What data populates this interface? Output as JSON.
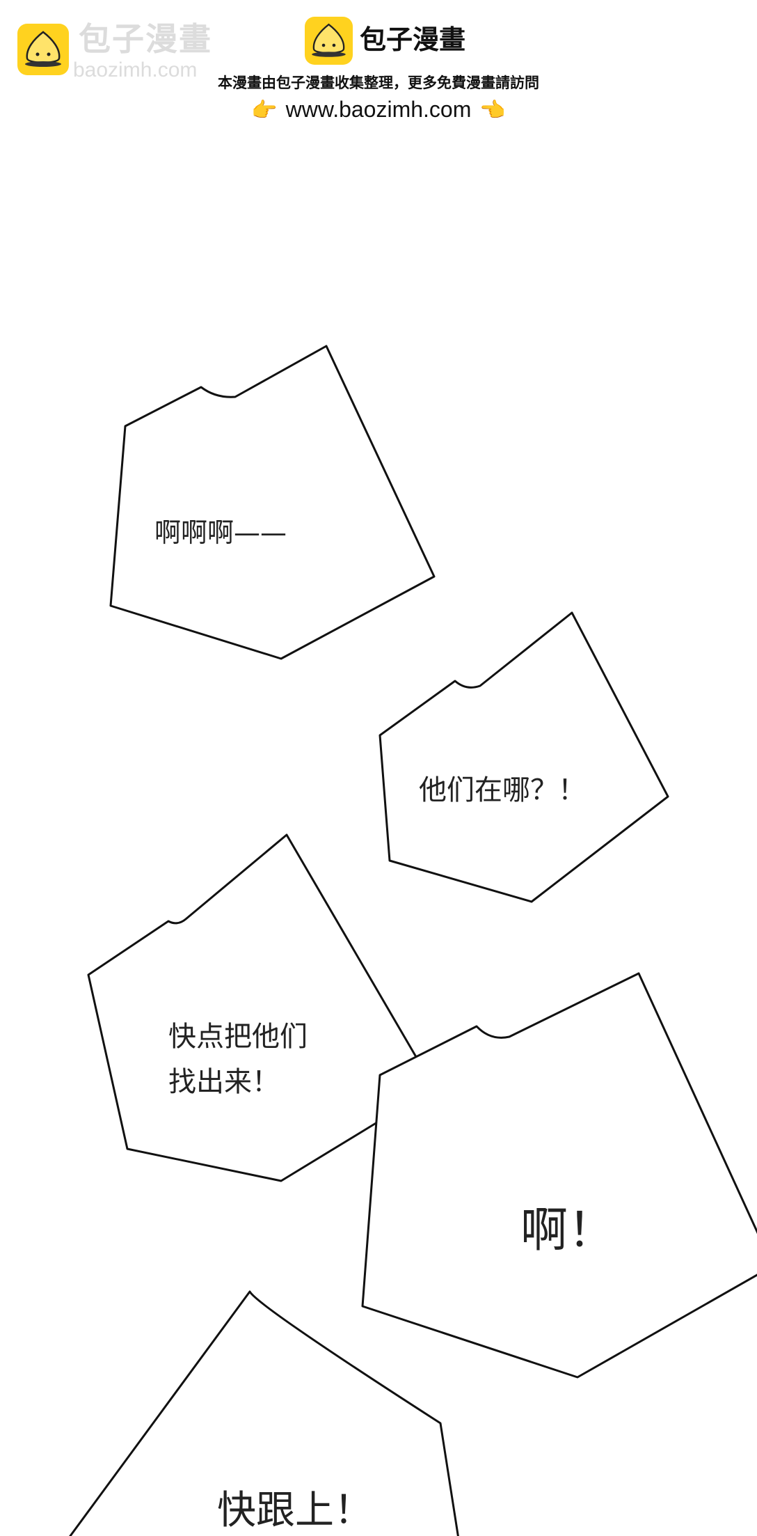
{
  "watermark": {
    "title": "包子漫畫",
    "url": "baozimh.com"
  },
  "header": {
    "brand": "包子漫畫",
    "notice": "本漫畫由包子漫畫收集整理，更多免費漫畫請訪問",
    "url": "www.baozimh.com",
    "hand_icon_left": "👉",
    "hand_icon_right": "👈",
    "brand_color": "#ffd21f"
  },
  "bubbles": [
    {
      "lines": [
        "啊啊啊——"
      ]
    },
    {
      "lines": [
        "他们在哪？！"
      ]
    },
    {
      "lines": [
        "快点把他们",
        "找出来！"
      ]
    },
    {
      "lines": [
        "啊！"
      ]
    },
    {
      "lines": [
        "快跟上！"
      ]
    }
  ]
}
